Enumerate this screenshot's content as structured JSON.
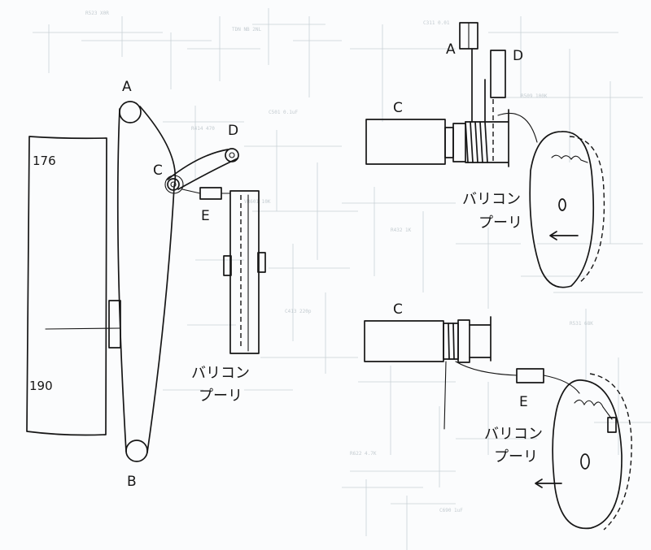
{
  "left_diagram": {
    "pulley_a": "A",
    "pulley_b": "B",
    "pulley_c": "C",
    "pulley_d": "D",
    "part_e": "E",
    "scale_top": "176",
    "scale_bottom": "190",
    "varicon_pulley_line1": "バリコン",
    "varicon_pulley_line2": "プーリ"
  },
  "top_right_diagram": {
    "part_a": "A",
    "part_c": "C",
    "part_d": "D",
    "varicon_pulley_line1": "バリコン",
    "varicon_pulley_line2": "プーリ"
  },
  "bottom_right_diagram": {
    "part_c": "C",
    "part_e": "E",
    "varicon_pulley_line1": "バリコン",
    "varicon_pulley_line2": "プーリ"
  }
}
